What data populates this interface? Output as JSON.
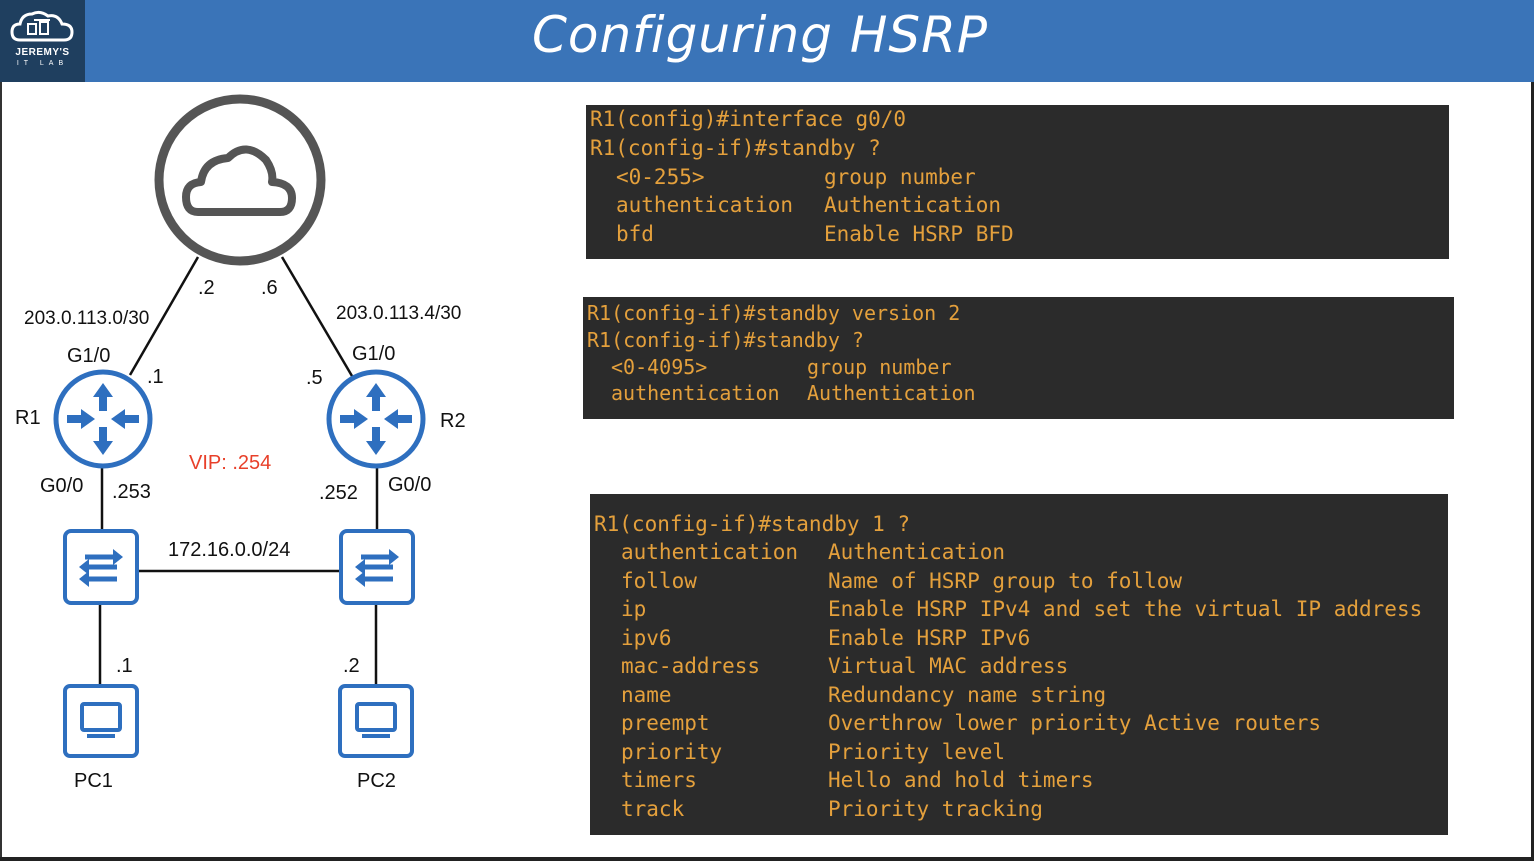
{
  "header": {
    "title": "Configuring HSRP",
    "logo_line1": "JEREMY'S",
    "logo_line2": "IT LAB"
  },
  "diagram": {
    "r1": "R1",
    "r2": "R2",
    "pc1": "PC1",
    "pc2": "PC2",
    "net_left": "203.0.113.0/30",
    "net_right": "203.0.113.4/30",
    "isp_left_ip": ".2",
    "isp_right_ip": ".6",
    "r1_wan_if": "G1/0",
    "r2_wan_if": "G1/0",
    "r1_wan_ip": ".1",
    "r2_wan_ip": ".5",
    "r1_lan_if": "G0/0",
    "r2_lan_if": "G0/0",
    "r1_lan_ip": ".253",
    "r2_lan_ip": ".252",
    "vip": "VIP: .254",
    "lan_net": "172.16.0.0/24",
    "pc1_ip": ".1",
    "pc2_ip": ".2",
    "vip_color": "#e8402a",
    "device_color": "#2e6fbf"
  },
  "terminal1": {
    "lines": [
      "R1(config)#interface g0/0",
      "R1(config-if)#standby ?"
    ],
    "options": [
      {
        "cmd": "<0-255>",
        "desc": "group number"
      },
      {
        "cmd": "authentication",
        "desc": "Authentication"
      },
      {
        "cmd": "bfd",
        "desc": "Enable HSRP BFD"
      }
    ]
  },
  "terminal2": {
    "lines": [
      "R1(config-if)#standby version 2",
      "R1(config-if)#standby ?"
    ],
    "options": [
      {
        "cmd": "<0-4095>",
        "desc": "group number"
      },
      {
        "cmd": "authentication",
        "desc": "Authentication"
      }
    ]
  },
  "terminal3": {
    "lines": [
      "R1(config-if)#standby 1 ?"
    ],
    "options": [
      {
        "cmd": "authentication",
        "desc": "Authentication"
      },
      {
        "cmd": "follow",
        "desc": "Name of HSRP group to follow"
      },
      {
        "cmd": "ip",
        "desc": "Enable HSRP IPv4 and set the virtual IP address"
      },
      {
        "cmd": "ipv6",
        "desc": "Enable HSRP IPv6"
      },
      {
        "cmd": "mac-address",
        "desc": "Virtual MAC address"
      },
      {
        "cmd": "name",
        "desc": "Redundancy name string"
      },
      {
        "cmd": "preempt",
        "desc": "Overthrow lower priority Active routers"
      },
      {
        "cmd": "priority",
        "desc": "Priority level"
      },
      {
        "cmd": "timers",
        "desc": "Hello and hold timers"
      },
      {
        "cmd": "track",
        "desc": "Priority tracking"
      }
    ]
  }
}
